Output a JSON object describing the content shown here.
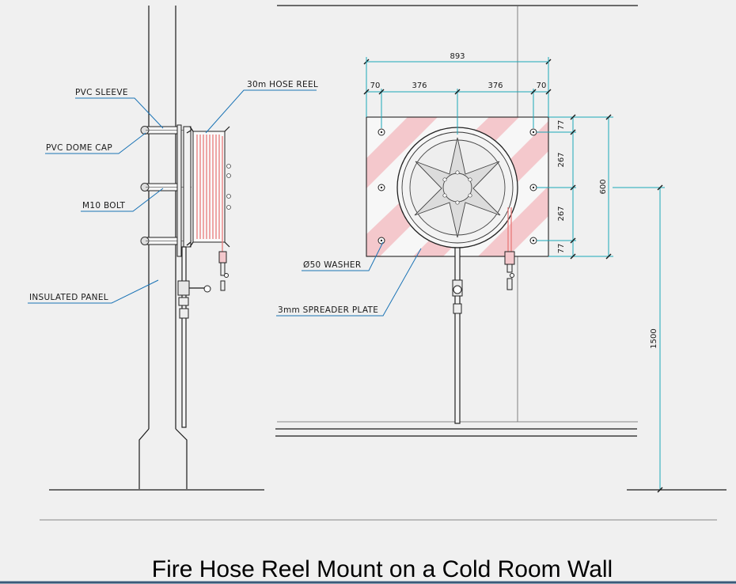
{
  "title": "Fire Hose Reel Mount on a Cold Room Wall",
  "labels": {
    "pvc_sleeve": "PVC SLEEVE",
    "hose_reel": "30m HOSE REEL",
    "pvc_dome_cap": "PVC DOME CAP",
    "m10_bolt": "M10 BOLT",
    "insulated_panel": "INSULATED PANEL",
    "washer": "Ø50 WASHER",
    "spreader_plate": "3mm SPREADER PLATE"
  },
  "dimensions": {
    "overall_width": "893",
    "edge_left": "70",
    "half_left": "376",
    "half_right": "376",
    "edge_right": "70",
    "edge_top": "77",
    "upper_spacing": "267",
    "lower_spacing": "267",
    "edge_bottom": "77",
    "plate_height": "600",
    "mount_height": "1500"
  },
  "colors": {
    "leader": "#1a73b5",
    "dimension": "#1aa7b8",
    "hatch": "#f4c8cc",
    "hose": "#e87a7a"
  }
}
